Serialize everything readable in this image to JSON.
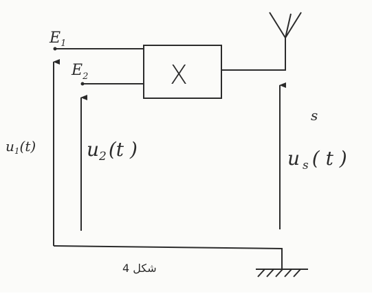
{
  "colors": {
    "ink": "#2b2b2b",
    "paper": "#fbfbf9"
  },
  "labels": {
    "terminal_e1_base": "E",
    "terminal_e1_sub": "1",
    "terminal_e2_base": "E",
    "terminal_e2_sub": "2",
    "multiplier_symbol": "X",
    "u1_base": "u",
    "u1_sub": "1",
    "u1_tail": "(t)",
    "u2_base": "u",
    "u2_sub": "2",
    "u2_tail": "(t )",
    "us_base": "u",
    "us_sub": "s",
    "us_tail": "( t )",
    "output_node": "s",
    "caption": "شكل 4"
  },
  "icons": {
    "antenna": "antenna-icon",
    "ground": "ground-icon",
    "multiplier": "multiplier-icon"
  }
}
